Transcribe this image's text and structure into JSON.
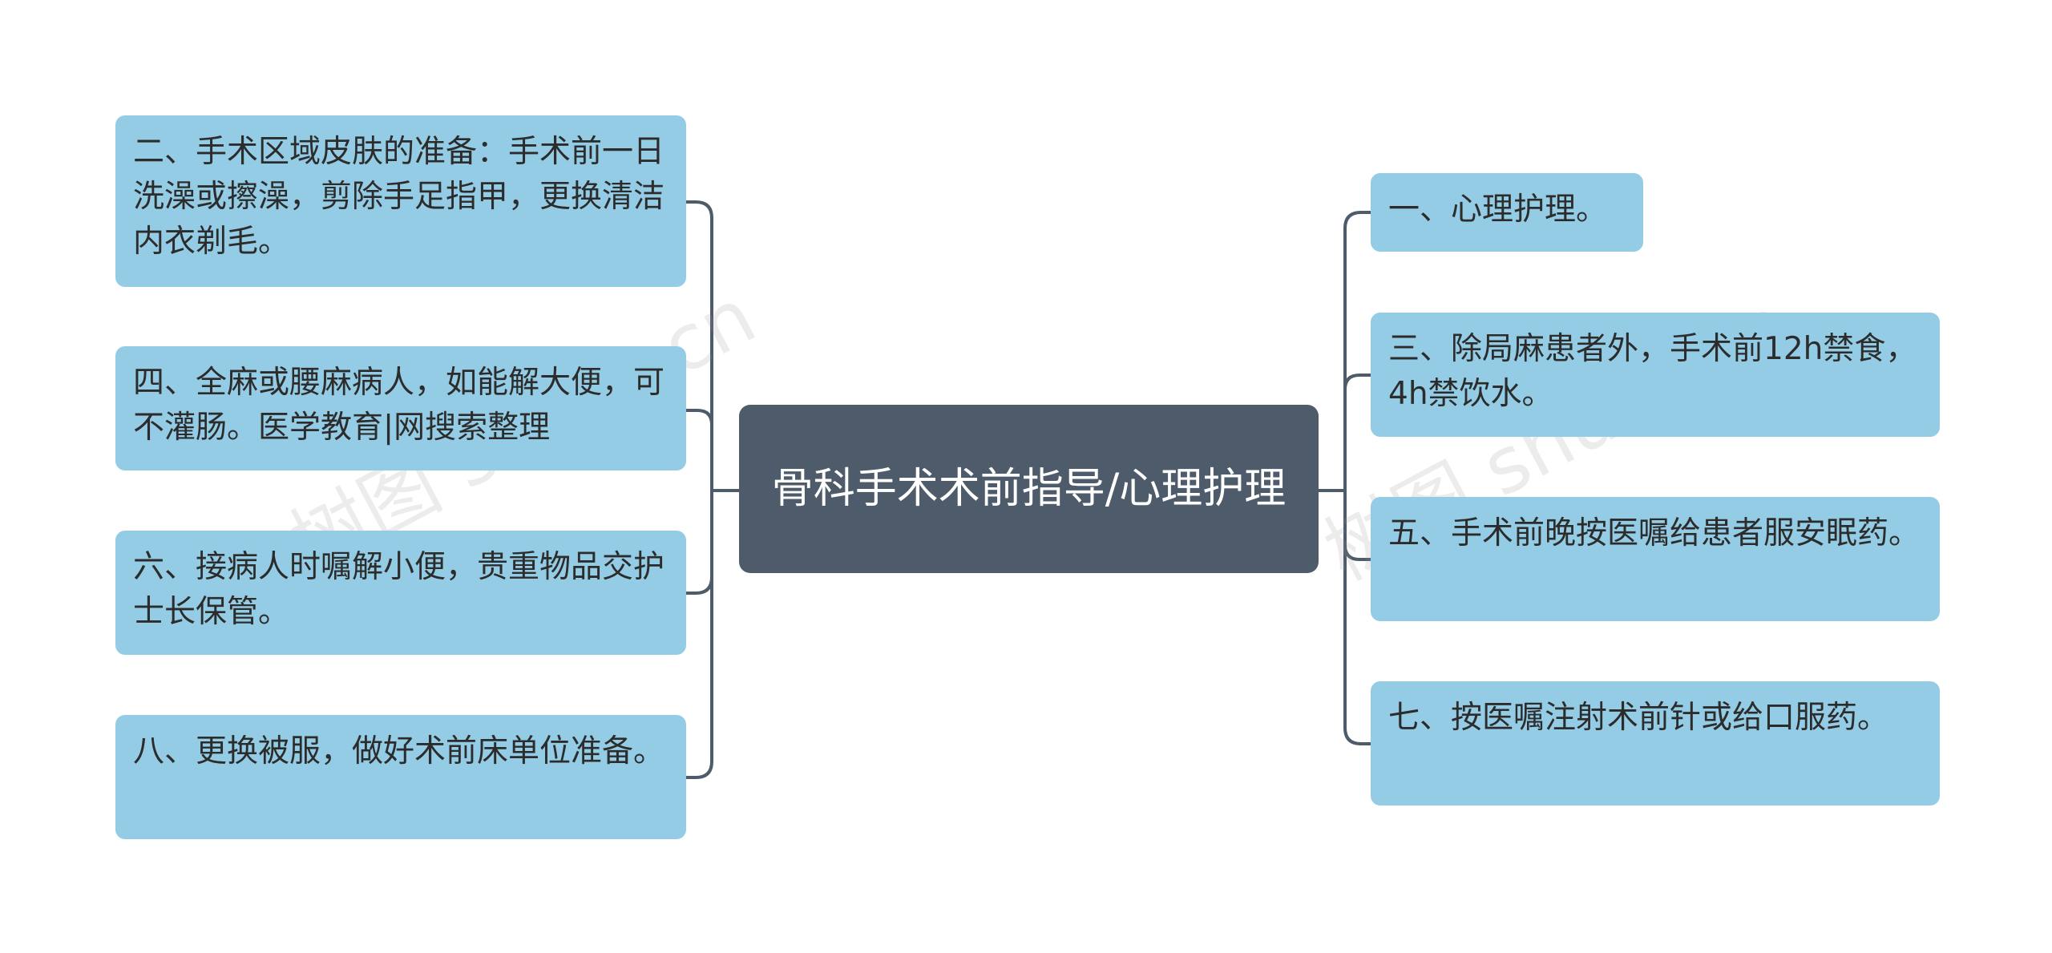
{
  "center": {
    "text": "骨科手术术前指导/心理护理"
  },
  "left_nodes": [
    {
      "text": "二、手术区域皮肤的准备：手术前一日洗澡或擦澡，剪除手足指甲，更换清洁内衣剃毛。"
    },
    {
      "text": "四、全麻或腰麻病人，如能解大便，可不灌肠。医学教育|网搜索整理"
    },
    {
      "text": "六、接病人时嘱解小便，贵重物品交护士长保管。"
    },
    {
      "text": "八、更换被服，做好术前床单位准备。"
    }
  ],
  "right_nodes": [
    {
      "text": "一、心理护理。"
    },
    {
      "text": "三、除局麻患者外，手术前12h禁食，4h禁饮水。"
    },
    {
      "text": "五、手术前晚按医嘱给患者服安眠药。"
    },
    {
      "text": "七、按医嘱注射术前针或给口服药。"
    }
  ],
  "watermarks": [
    {
      "text": "树图 shutu.cn"
    },
    {
      "text": "树图 shutu.cn"
    }
  ],
  "colors": {
    "center_fill": "#4d5b6a",
    "leaf_fill": "#93cce4",
    "connector": "#4d5b6a"
  }
}
